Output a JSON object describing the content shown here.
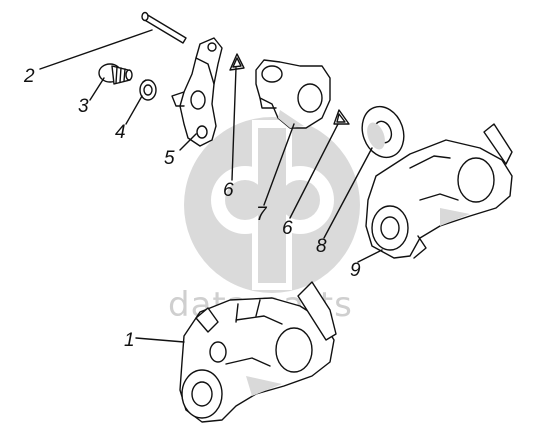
{
  "figure": {
    "callouts": [
      {
        "id": "part-1",
        "label": "1"
      },
      {
        "id": "part-2",
        "label": "2"
      },
      {
        "id": "part-3",
        "label": "3"
      },
      {
        "id": "part-4",
        "label": "4"
      },
      {
        "id": "part-5",
        "label": "5"
      },
      {
        "id": "part-6a",
        "label": "6"
      },
      {
        "id": "part-7",
        "label": "7"
      },
      {
        "id": "part-6b",
        "label": "6"
      },
      {
        "id": "part-8",
        "label": "8"
      },
      {
        "id": "part-9",
        "label": "9"
      }
    ],
    "watermark": {
      "text": "data parts"
    }
  },
  "colors": {
    "ink": "#111111",
    "watermark": "#d4d4d4"
  }
}
